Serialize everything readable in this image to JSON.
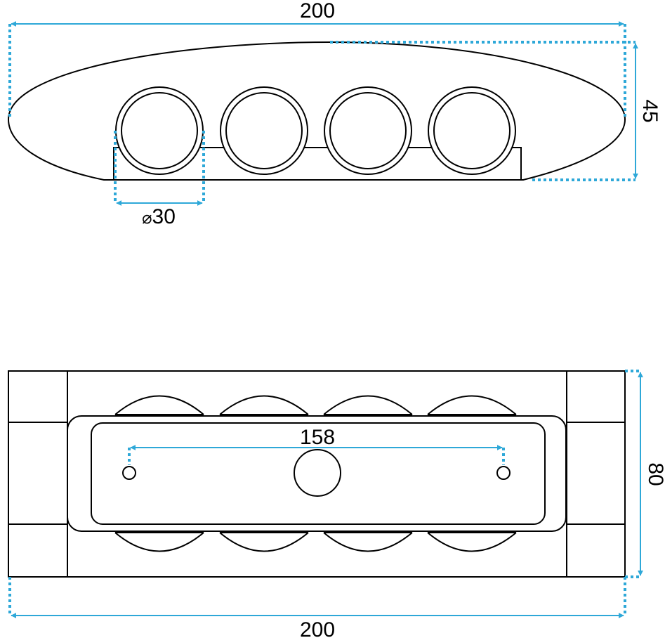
{
  "colors": {
    "outline": "#000000",
    "dimension": "#2ea8d8",
    "background": "#ffffff"
  },
  "top_view": {
    "width_label": "200",
    "height_label": "45",
    "diameter_symbol": "⌀",
    "diameter_value": "30",
    "lens_count": 4
  },
  "bottom_view": {
    "width_label": "200",
    "height_label": "80",
    "hole_spacing_label": "158"
  }
}
